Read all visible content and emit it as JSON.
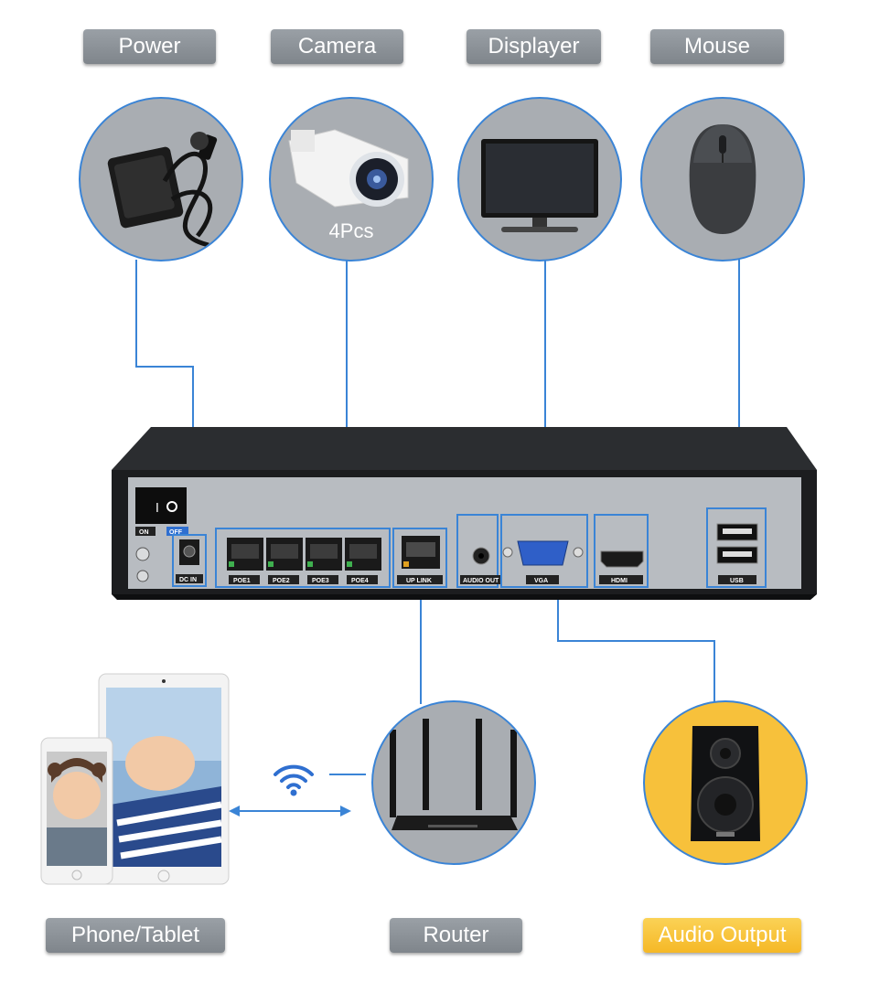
{
  "labels": {
    "power": "Power",
    "camera": "Camera",
    "displayer": "Displayer",
    "mouse": "Mouse",
    "phone_tablet": "Phone/Tablet",
    "router": "Router",
    "audio_output": "Audio Output"
  },
  "camera_quantity": "4Pcs",
  "nvr": {
    "switch_on": "ON",
    "switch_off": "OFF",
    "dc_in": "DC IN",
    "poe_ports": [
      "POE1",
      "POE2",
      "POE3",
      "POE4"
    ],
    "uplink": "UP LINK",
    "audio_out": "AUDIO OUT",
    "vga": "VGA",
    "hdmi": "HDMI",
    "usb": "USB"
  },
  "colors": {
    "connector_line": "#3a84d6",
    "label_gray": "#8a9096",
    "label_gold": "#f5b826",
    "circle_gray": "#a9adb2"
  }
}
